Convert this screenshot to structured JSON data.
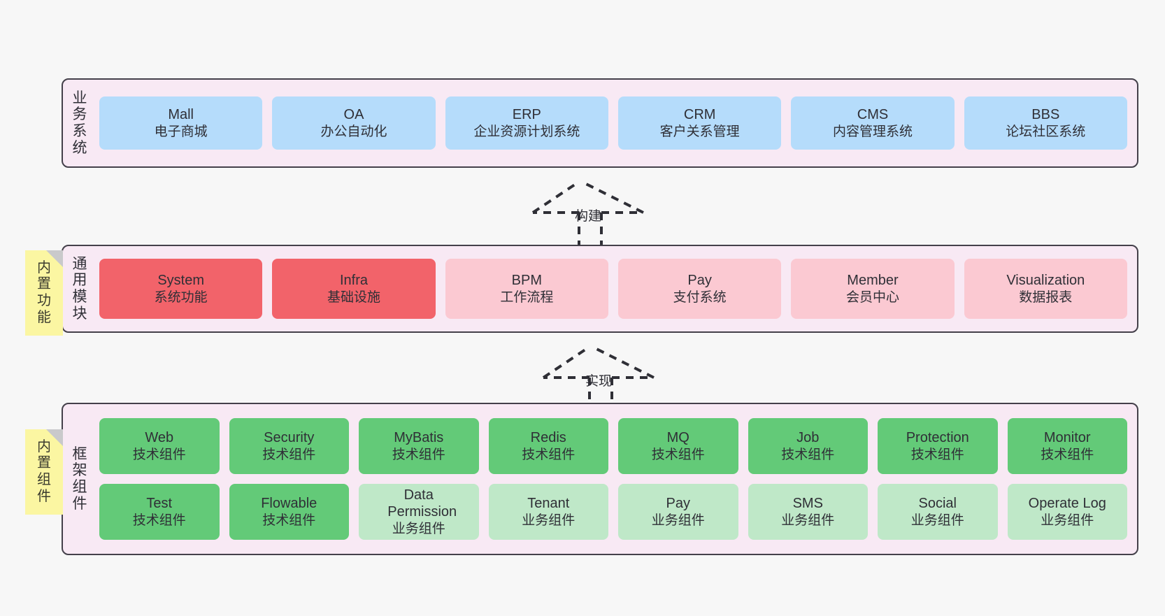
{
  "diagram": {
    "background": "#f7f7f7",
    "band_fill": "#f8e9f4",
    "band_stroke": "#44404a",
    "tag_fill": "#fbf6a2"
  },
  "tags": [
    {
      "name": "builtin-feature-tag",
      "text": [
        "内",
        "置",
        "功",
        "能"
      ]
    },
    {
      "name": "builtin-component-tag",
      "text": [
        "内",
        "置",
        "组",
        "件"
      ]
    }
  ],
  "layers": [
    {
      "id": "business-system",
      "title": [
        "业",
        "务",
        "系",
        "统"
      ],
      "color": "#b5dcfb",
      "cards": [
        {
          "en": "Mall",
          "cn": "电子商城"
        },
        {
          "en": "OA",
          "cn": "办公自动化"
        },
        {
          "en": "ERP",
          "cn": "企业资源计划系统"
        },
        {
          "en": "CRM",
          "cn": "客户关系管理"
        },
        {
          "en": "CMS",
          "cn": "内容管理系统"
        },
        {
          "en": "BBS",
          "cn": "论坛社区系统"
        }
      ]
    },
    {
      "id": "common-module",
      "title": [
        "通",
        "用",
        "模",
        "块"
      ],
      "cards": [
        {
          "en": "System",
          "cn": "系统功能",
          "color": "#f2636a"
        },
        {
          "en": "Infra",
          "cn": "基础设施",
          "color": "#f2636a"
        },
        {
          "en": "BPM",
          "cn": "工作流程",
          "color": "#fbc9d2"
        },
        {
          "en": "Pay",
          "cn": "支付系统",
          "color": "#fbc9d2"
        },
        {
          "en": "Member",
          "cn": "会员中心",
          "color": "#fbc9d2"
        },
        {
          "en": "Visualization",
          "cn": "数据报表",
          "color": "#fbc9d2"
        }
      ]
    },
    {
      "id": "framework-component",
      "title": [
        "框",
        "架",
        "组",
        "件"
      ],
      "rows": [
        [
          {
            "en": "Web",
            "cn": "技术组件",
            "color": "#63ca78"
          },
          {
            "en": "Security",
            "cn": "技术组件",
            "color": "#63ca78"
          },
          {
            "en": "MyBatis",
            "cn": "技术组件",
            "color": "#63ca78"
          },
          {
            "en": "Redis",
            "cn": "技术组件",
            "color": "#63ca78"
          },
          {
            "en": "MQ",
            "cn": "技术组件",
            "color": "#63ca78"
          },
          {
            "en": "Job",
            "cn": "技术组件",
            "color": "#63ca78"
          },
          {
            "en": "Protection",
            "cn": "技术组件",
            "color": "#63ca78"
          },
          {
            "en": "Monitor",
            "cn": "技术组件",
            "color": "#63ca78"
          }
        ],
        [
          {
            "en": "Test",
            "cn": "技术组件",
            "color": "#63ca78"
          },
          {
            "en": "Flowable",
            "cn": "技术组件",
            "color": "#63ca78"
          },
          {
            "en": "Data Permission",
            "cn": "业务组件",
            "color": "#bfe8c8"
          },
          {
            "en": "Tenant",
            "cn": "业务组件",
            "color": "#bfe8c8"
          },
          {
            "en": "Pay",
            "cn": "业务组件",
            "color": "#bfe8c8"
          },
          {
            "en": "SMS",
            "cn": "业务组件",
            "color": "#bfe8c8"
          },
          {
            "en": "Social",
            "cn": "业务组件",
            "color": "#bfe8c8"
          },
          {
            "en": "Operate Log",
            "cn": "业务组件",
            "color": "#bfe8c8"
          }
        ]
      ]
    }
  ],
  "connectors": [
    {
      "id": "build-arrow",
      "label": "构建",
      "from": "common-module",
      "to": "business-system"
    },
    {
      "id": "implement-arrow",
      "label": "实现",
      "from": "framework-component",
      "to": "common-module"
    }
  ]
}
